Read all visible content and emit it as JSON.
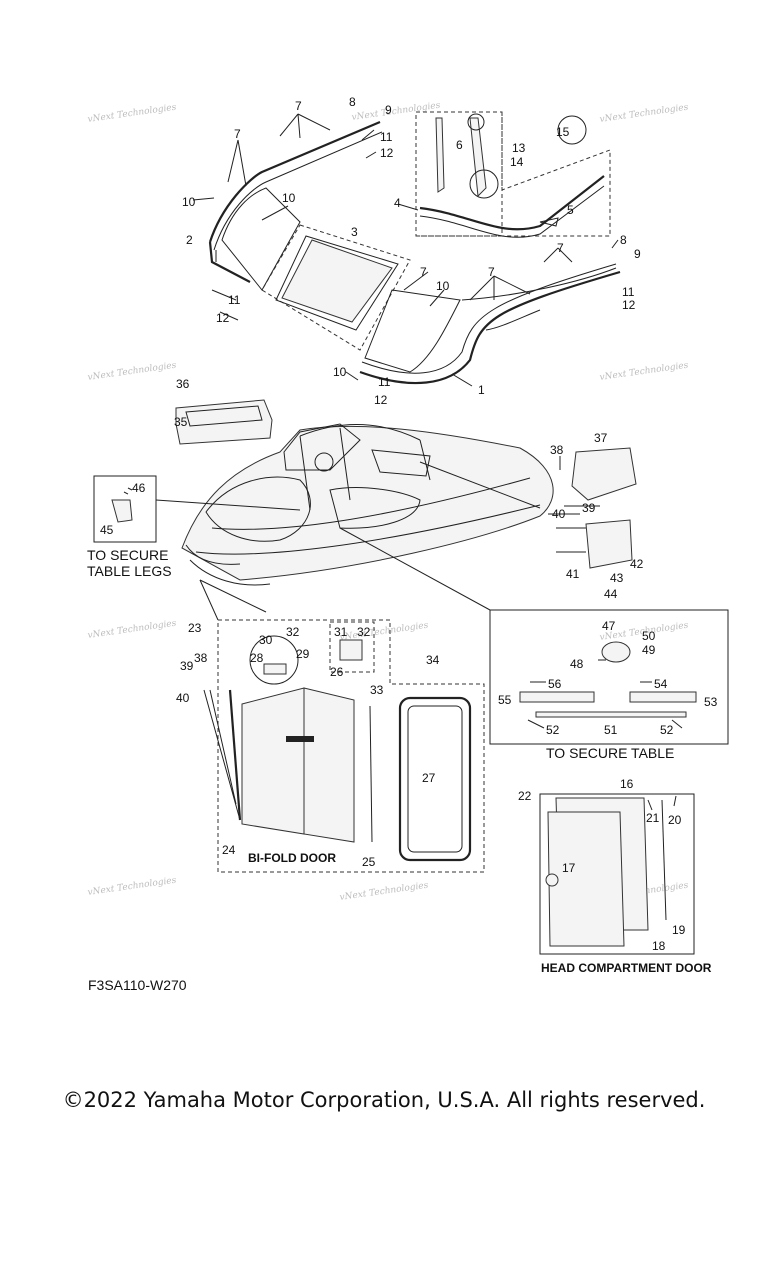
{
  "diagram": {
    "code": "F3SA110-W270",
    "copyright": "©2022 Yamaha Motor Corporation, U.S.A. All rights reserved.",
    "watermark": "vNext Technologies",
    "captions": {
      "secure_table_legs_1": "TO SECURE",
      "secure_table_legs_2": "TABLE LEGS",
      "secure_table": "TO SECURE TABLE",
      "bifold_door": "BI-FOLD DOOR",
      "head_door": "HEAD COMPARTMENT DOOR"
    },
    "callouts": {
      "c1": "1",
      "c2": "2",
      "c3": "3",
      "c4": "4",
      "c5": "5",
      "c6": "6",
      "c7": "7",
      "c8": "8",
      "c9": "9",
      "c10": "10",
      "c11": "11",
      "c12": "12",
      "c13": "13",
      "c14": "14",
      "c15": "15",
      "c16": "16",
      "c17": "17",
      "c18": "18",
      "c19": "19",
      "c20": "20",
      "c21": "21",
      "c22": "22",
      "c23": "23",
      "c24": "24",
      "c25": "25",
      "c26": "26",
      "c27": "27",
      "c28": "28",
      "c29": "29",
      "c30": "30",
      "c31": "31",
      "c32": "32",
      "c33": "33",
      "c34": "34",
      "c35": "35",
      "c36": "36",
      "c37": "37",
      "c38": "38",
      "c39": "39",
      "c40": "40",
      "c41": "41",
      "c42": "42",
      "c43": "43",
      "c44": "44",
      "c45": "45",
      "c46": "46",
      "c47": "47",
      "c48": "48",
      "c49": "49",
      "c50": "50",
      "c51": "51",
      "c52": "52",
      "c53": "53",
      "c54": "54",
      "c55": "55",
      "c56": "56"
    }
  }
}
